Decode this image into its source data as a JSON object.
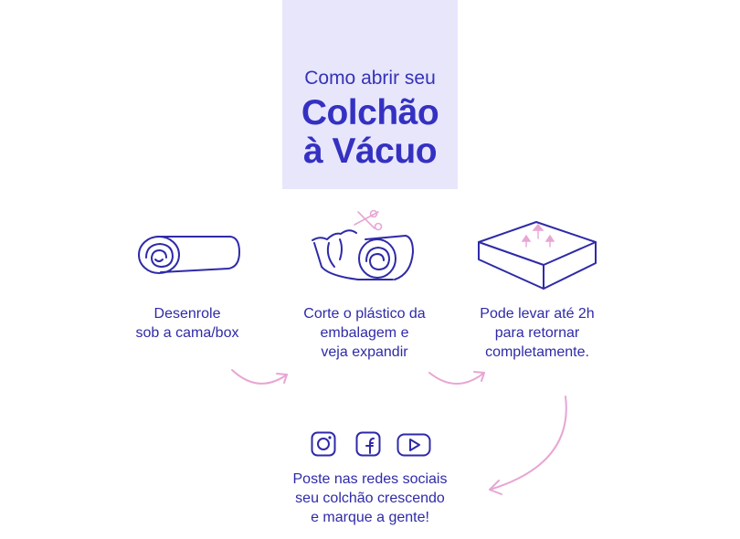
{
  "title": {
    "line1": "Como abrir seu",
    "line2": "Colchão",
    "line3": "à Vácuo"
  },
  "steps": [
    {
      "icon": "rolled-mattress-icon",
      "lines": [
        "Desenrole",
        "sob a cama/box"
      ]
    },
    {
      "icon": "cut-plastic-scissors-icon",
      "lines": [
        "Corte o plástico da",
        "embalagem e",
        "veja expandir"
      ]
    },
    {
      "icon": "expanding-mattress-icon",
      "lines": [
        "Pode levar até 2h",
        "para retornar",
        "completamente."
      ]
    },
    {
      "icon": "social-icons",
      "lines": [
        "Poste nas redes sociais",
        "seu colchão crescendo",
        "e marque a gente!"
      ]
    }
  ],
  "social": [
    "instagram-icon",
    "facebook-icon",
    "youtube-icon"
  ],
  "colors": {
    "primary": "#2f2aa8",
    "title_bg": "#e8e6fb",
    "arrow": "#e7a6d4"
  }
}
